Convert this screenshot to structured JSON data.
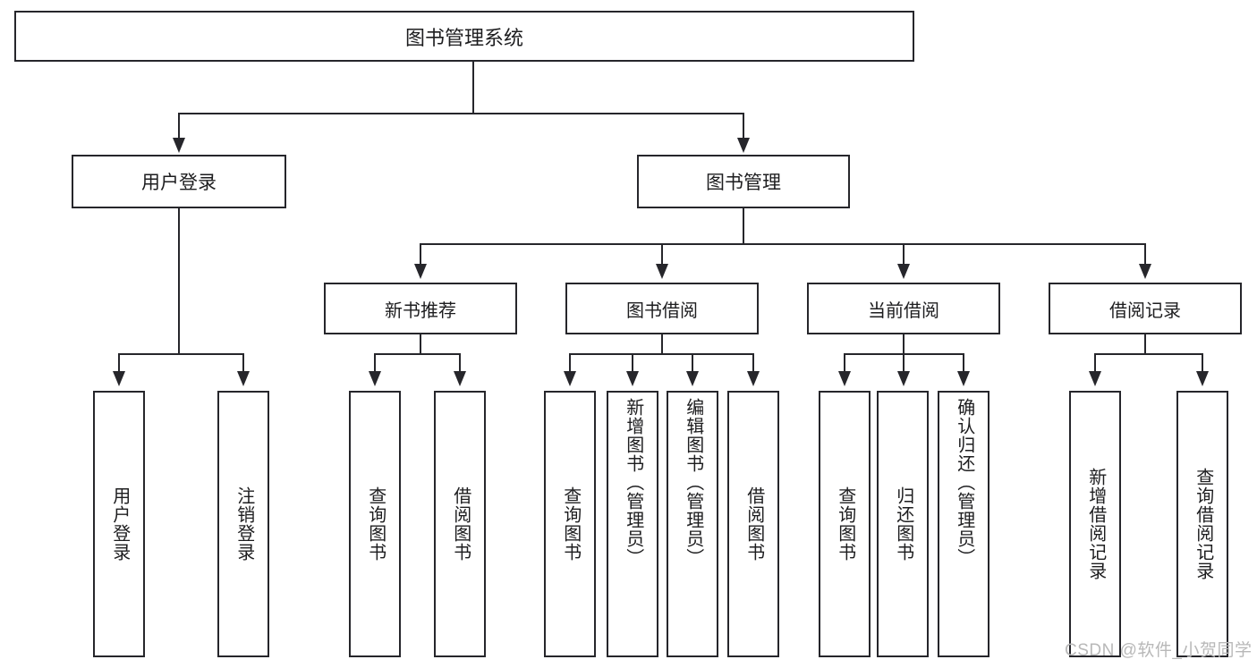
{
  "diagram": {
    "title": "图书管理系统",
    "root": {
      "label": "图书管理系统"
    },
    "level2": [
      {
        "label": "用户登录"
      },
      {
        "label": "图书管理"
      }
    ],
    "level3": [
      {
        "label": "新书推荐"
      },
      {
        "label": "图书借阅"
      },
      {
        "label": "当前借阅"
      },
      {
        "label": "借阅记录"
      }
    ],
    "leaves": {
      "user_login": [
        {
          "label": "用户登录"
        },
        {
          "label": "注销登录"
        }
      ],
      "new_book_recommend": [
        {
          "label": "查询图书"
        },
        {
          "label": "借阅图书"
        }
      ],
      "book_borrow": [
        {
          "label": "查询图书"
        },
        {
          "label": "新增图书（管理员）"
        },
        {
          "label": "编辑图书（管理员）"
        },
        {
          "label": "借阅图书"
        }
      ],
      "current_borrow": [
        {
          "label": "查询图书"
        },
        {
          "label": "归还图书"
        },
        {
          "label": "确认归还（管理员）"
        }
      ],
      "borrow_record": [
        {
          "label": "新增借阅记录"
        },
        {
          "label": "查询借阅记录"
        }
      ]
    }
  },
  "watermark": {
    "text": "CSDN @软件_小贺同学"
  },
  "colors": {
    "stroke": "#26262b",
    "text": "#1d1d1f",
    "background": "#ffffff",
    "watermark": "#b8b8b8"
  }
}
